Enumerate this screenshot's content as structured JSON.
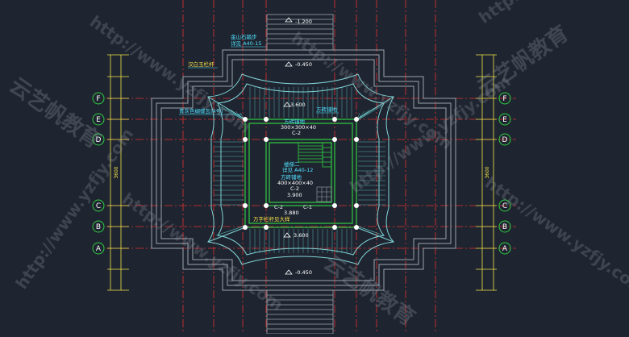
{
  "drawing": {
    "background": "#1f2530",
    "colors": {
      "axis": "#e03030",
      "wall": "#9aa3ad",
      "roof": "#7fd3d6",
      "inner": "#2ecc40",
      "tile": "#5fd0d0",
      "dim": "#f2e64a",
      "text_cyan": "#4fe0ff",
      "text_yellow": "#f5e04a",
      "post": "#ffffff"
    },
    "grid_labels": [
      "F",
      "E",
      "D",
      "C",
      "B",
      "A"
    ],
    "annotations": {
      "elev_top": "-1.200",
      "stone_step": "金山石踏步",
      "stone_step_ref": "详见 A40-15",
      "elev_top2": "-0.450",
      "railing": "汉白玉栏杆",
      "elev_360_top": "3.600",
      "floor_tile_top": "方砖铺地",
      "roof_note": "青灰色蝴蝶瓦(4号)",
      "floor_tile_mid": "方砖铺地",
      "tile_spec_1": "300×300×40",
      "c2_1": "C-2",
      "stair": "楼梯二",
      "stair_ref": "详见 A40-12",
      "floor_tile_low": "方砖铺地",
      "tile_spec_2": "400×400×40",
      "c2_2": "C-2",
      "elev_3900": "3.900",
      "c2_3": "C-2",
      "c1": "C-1",
      "elev_3880": "3.880",
      "wanzi": "万字栏杆见大样",
      "elev_360_bottom": "3.600",
      "elev_bottom": "-0.450",
      "dim_left": "3600",
      "dim_right": "3600"
    },
    "watermarks": {
      "url": "http://www.yzfjy.com",
      "brand": "云艺帆教育"
    }
  }
}
